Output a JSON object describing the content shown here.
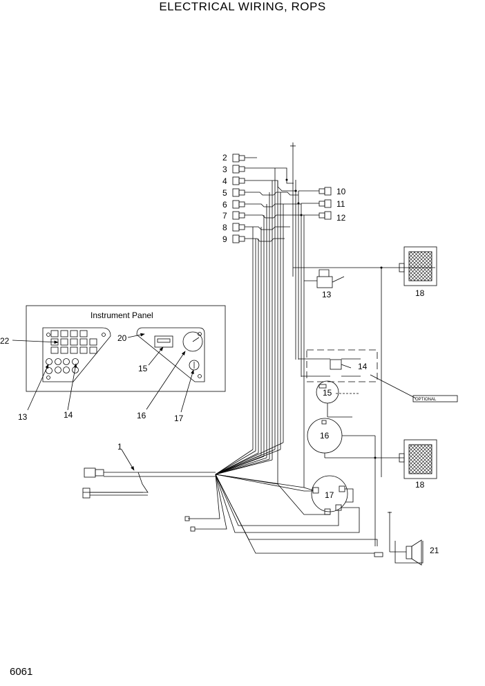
{
  "title": "ELECTRICAL WIRING, ROPS",
  "page_number": "6061",
  "panel": {
    "title": "Instrument Panel"
  },
  "optional_label": "OPTIONAL",
  "callouts": {
    "c1": "1",
    "c2": "2",
    "c3": "3",
    "c4": "4",
    "c5": "5",
    "c6": "6",
    "c7": "7",
    "c8": "8",
    "c9": "9",
    "c10": "10",
    "c11": "11",
    "c12": "12",
    "c13": "13",
    "c14": "14",
    "c15": "15",
    "c16": "16",
    "c17": "17",
    "c18": "18",
    "c20": "20",
    "c21": "21",
    "c22": "22"
  }
}
